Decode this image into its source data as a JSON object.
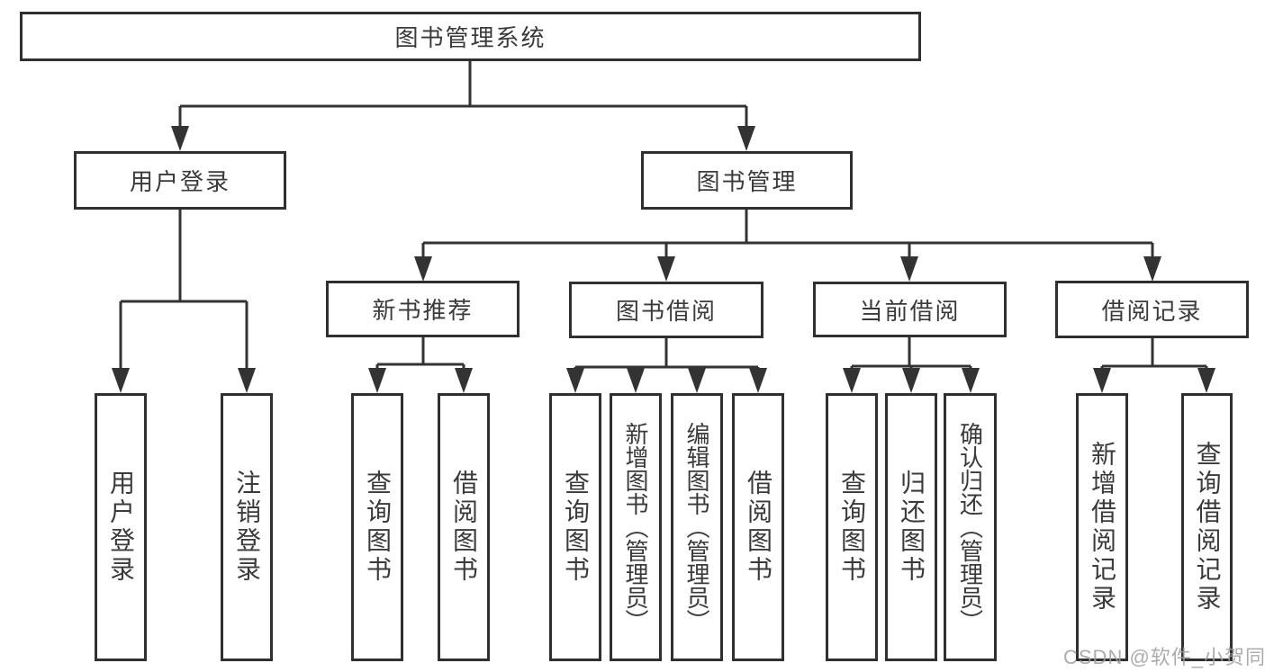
{
  "tree": {
    "label": "图书管理系统",
    "children": [
      {
        "label": "用户登录",
        "children": [
          {
            "label": "用户登录"
          },
          {
            "label": "注销登录"
          }
        ]
      },
      {
        "label": "图书管理",
        "children": [
          {
            "label": "新书推荐",
            "children": [
              {
                "label": "查询图书"
              },
              {
                "label": "借阅图书"
              }
            ]
          },
          {
            "label": "图书借阅",
            "children": [
              {
                "label": "查询图书"
              },
              {
                "label": "新增图书（管理员）"
              },
              {
                "label": "编辑图书（管理员）"
              },
              {
                "label": "借阅图书"
              }
            ]
          },
          {
            "label": "当前借阅",
            "children": [
              {
                "label": "查询图书"
              },
              {
                "label": "归还图书"
              },
              {
                "label": "确认归还（管理员）"
              }
            ]
          },
          {
            "label": "借阅记录",
            "children": [
              {
                "label": "新增借阅记录"
              },
              {
                "label": "查询借阅记录"
              }
            ]
          }
        ]
      }
    ]
  },
  "watermark": {
    "text": "CSDN @软件_小贺同学"
  },
  "colors": {
    "line": "#333333",
    "box_border": "#303030",
    "text": "#3a3a3a",
    "background": "#ffffff",
    "watermark": "#9e9e9e"
  }
}
